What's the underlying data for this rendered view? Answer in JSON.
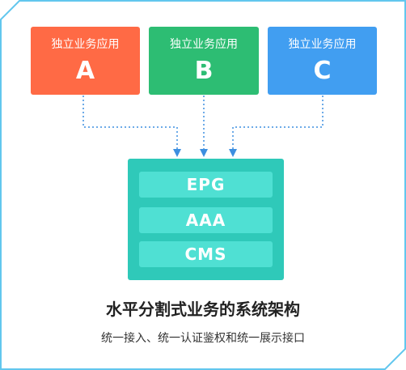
{
  "applications": [
    {
      "label": "独立业务应用",
      "letter": "A",
      "color": "#ff6a45"
    },
    {
      "label": "独立业务应用",
      "letter": "B",
      "color": "#2dbd73"
    },
    {
      "label": "独立业务应用",
      "letter": "C",
      "color": "#419ef1"
    }
  ],
  "platform": {
    "color": "#2fc9b9",
    "module_color": "#4fe0d3",
    "modules": [
      "EPG",
      "AAA",
      "CMS"
    ]
  },
  "caption": {
    "title": "水平分割式业务的系统架构",
    "subtitle": "统一接入、统一认证鉴权和统一展示接口"
  },
  "colors": {
    "frame_border": "#62c7ee",
    "connector": "#3d8fe0"
  }
}
